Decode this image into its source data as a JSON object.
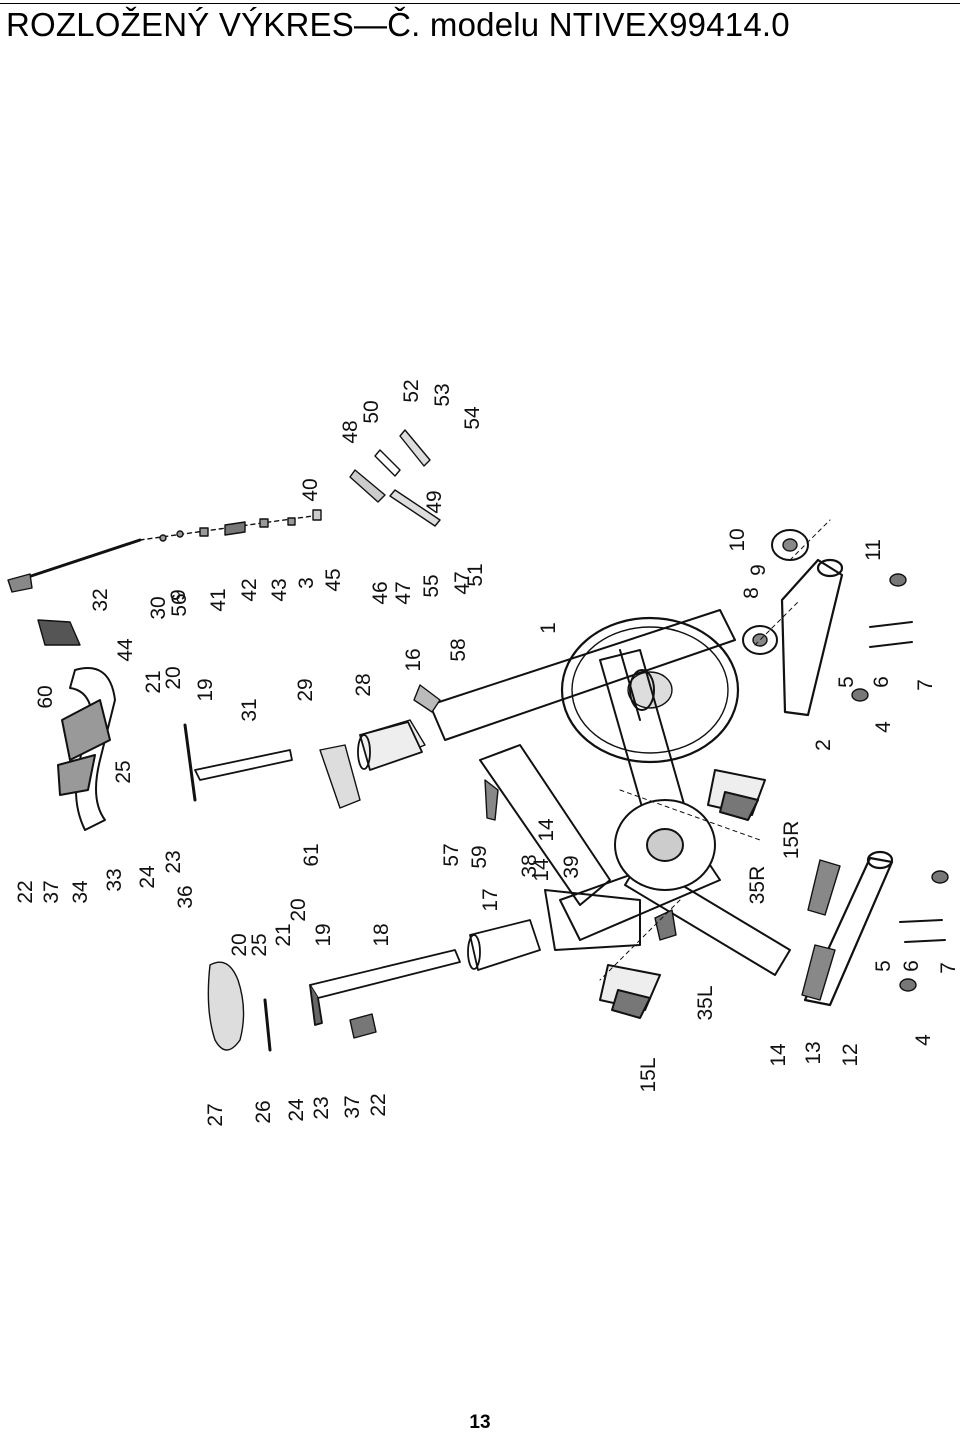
{
  "header": {
    "title": "ROZLOŽENÝ VÝKRES—Č. modelu NTIVEX99414.0"
  },
  "diagram": {
    "callouts": [
      "1",
      "2",
      "3",
      "4",
      "4",
      "5",
      "5",
      "6",
      "6",
      "7",
      "7",
      "8",
      "9",
      "9",
      "10",
      "11",
      "12",
      "13",
      "14",
      "14",
      "14",
      "15L",
      "15R",
      "16",
      "17",
      "18",
      "19",
      "19",
      "20",
      "20",
      "20",
      "21",
      "21",
      "22",
      "22",
      "23",
      "23",
      "24",
      "24",
      "25",
      "25",
      "26",
      "27",
      "28",
      "29",
      "30",
      "31",
      "32",
      "33",
      "34",
      "35L",
      "35R",
      "36",
      "37",
      "37",
      "38",
      "39",
      "40",
      "41",
      "42",
      "43",
      "44",
      "45",
      "46",
      "47",
      "47",
      "48",
      "49",
      "50",
      "51",
      "52",
      "53",
      "54",
      "55",
      "56",
      "57",
      "58",
      "59",
      "60",
      "61"
    ]
  },
  "footer": {
    "page_number": "13"
  }
}
